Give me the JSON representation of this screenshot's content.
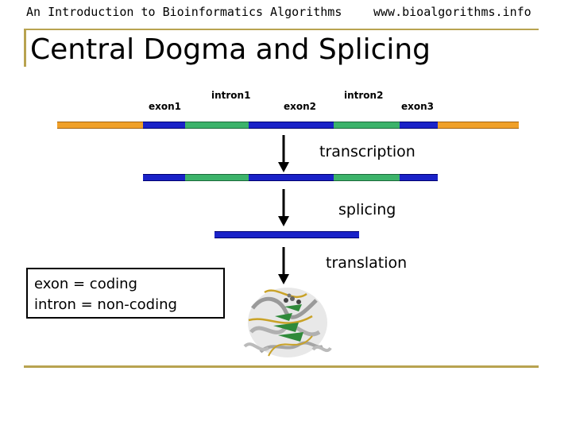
{
  "header": {
    "left_text": "An Introduction to Bioinformatics Algorithms",
    "right_text": "www.bioalgorithms.info"
  },
  "title": "Central Dogma and Splicing",
  "gene_labels": {
    "exon1": "exon1",
    "intron1": "intron1",
    "exon2": "exon2",
    "intron2": "intron2",
    "exon3": "exon3"
  },
  "steps": {
    "transcription": "transcription",
    "splicing": "splicing",
    "translation": "translation"
  },
  "legend": {
    "line1": "exon = coding",
    "line2": "intron = non-coding"
  },
  "colors": {
    "exon": "#1a22c8",
    "intron": "#3cb36a",
    "flank": "#f0a028",
    "accent_rule": "#b8a350"
  },
  "icons": [
    "down-arrow-icon",
    "protein-structure-image"
  ]
}
